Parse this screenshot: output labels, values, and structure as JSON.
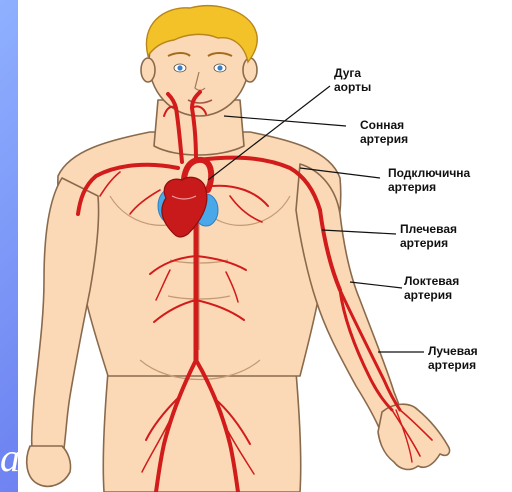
{
  "slide_fragment": "а",
  "labels": {
    "aortic_arch": [
      "Дуга",
      "аорты"
    ],
    "carotid": [
      "Сонная",
      "артерия"
    ],
    "subclavian": [
      "Подключична",
      "артерия"
    ],
    "brachial": [
      "Плечевая",
      "артерия"
    ],
    "ulnar": [
      "Локтевая",
      "артерия"
    ],
    "radial": [
      "Лучевая",
      "артерия"
    ]
  },
  "colors": {
    "skin": "#fbd9b6",
    "skin_outline": "#8a6a4c",
    "hair": "#f3c229",
    "artery": "#d21b1b",
    "heart": "#c81a1a",
    "lungs": "#4aa7e8",
    "eyes": "#3b7fc4",
    "background_top": "#8fb0ff",
    "background_bottom": "#7d63ea"
  }
}
